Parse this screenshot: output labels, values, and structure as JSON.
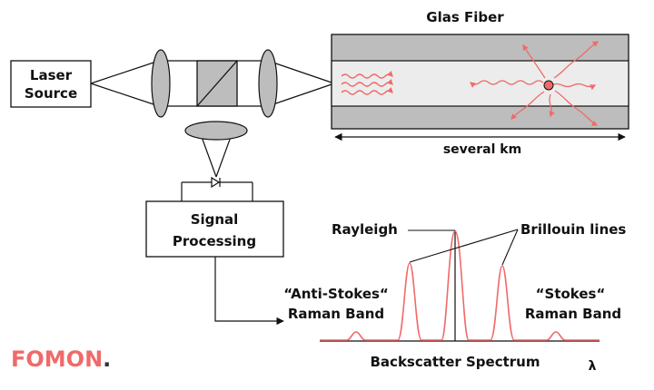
{
  "laser": {
    "line1": "Laser",
    "line2": "Source"
  },
  "fiber": {
    "title": "Glas Fiber",
    "length_label": "several km"
  },
  "processing": {
    "line1": "Signal",
    "line2": "Processing"
  },
  "spectrum": {
    "rayleigh_label": "Rayleigh",
    "brillouin_label": "Brillouin lines",
    "anti_stokes_line1": "“Anti-Stokes“",
    "anti_stokes_line2": "Raman Band",
    "stokes_line1": "“Stokes“",
    "stokes_line2": "Raman Band",
    "title": "Backscatter Spectrum",
    "axis_symbol": "λ"
  },
  "logo": {
    "text": "FOMON",
    "dot": "."
  },
  "colors": {
    "accent": "#f06a6a",
    "fill_gray": "#bdbdbd",
    "core": "#ececec",
    "stroke": "#111111"
  }
}
